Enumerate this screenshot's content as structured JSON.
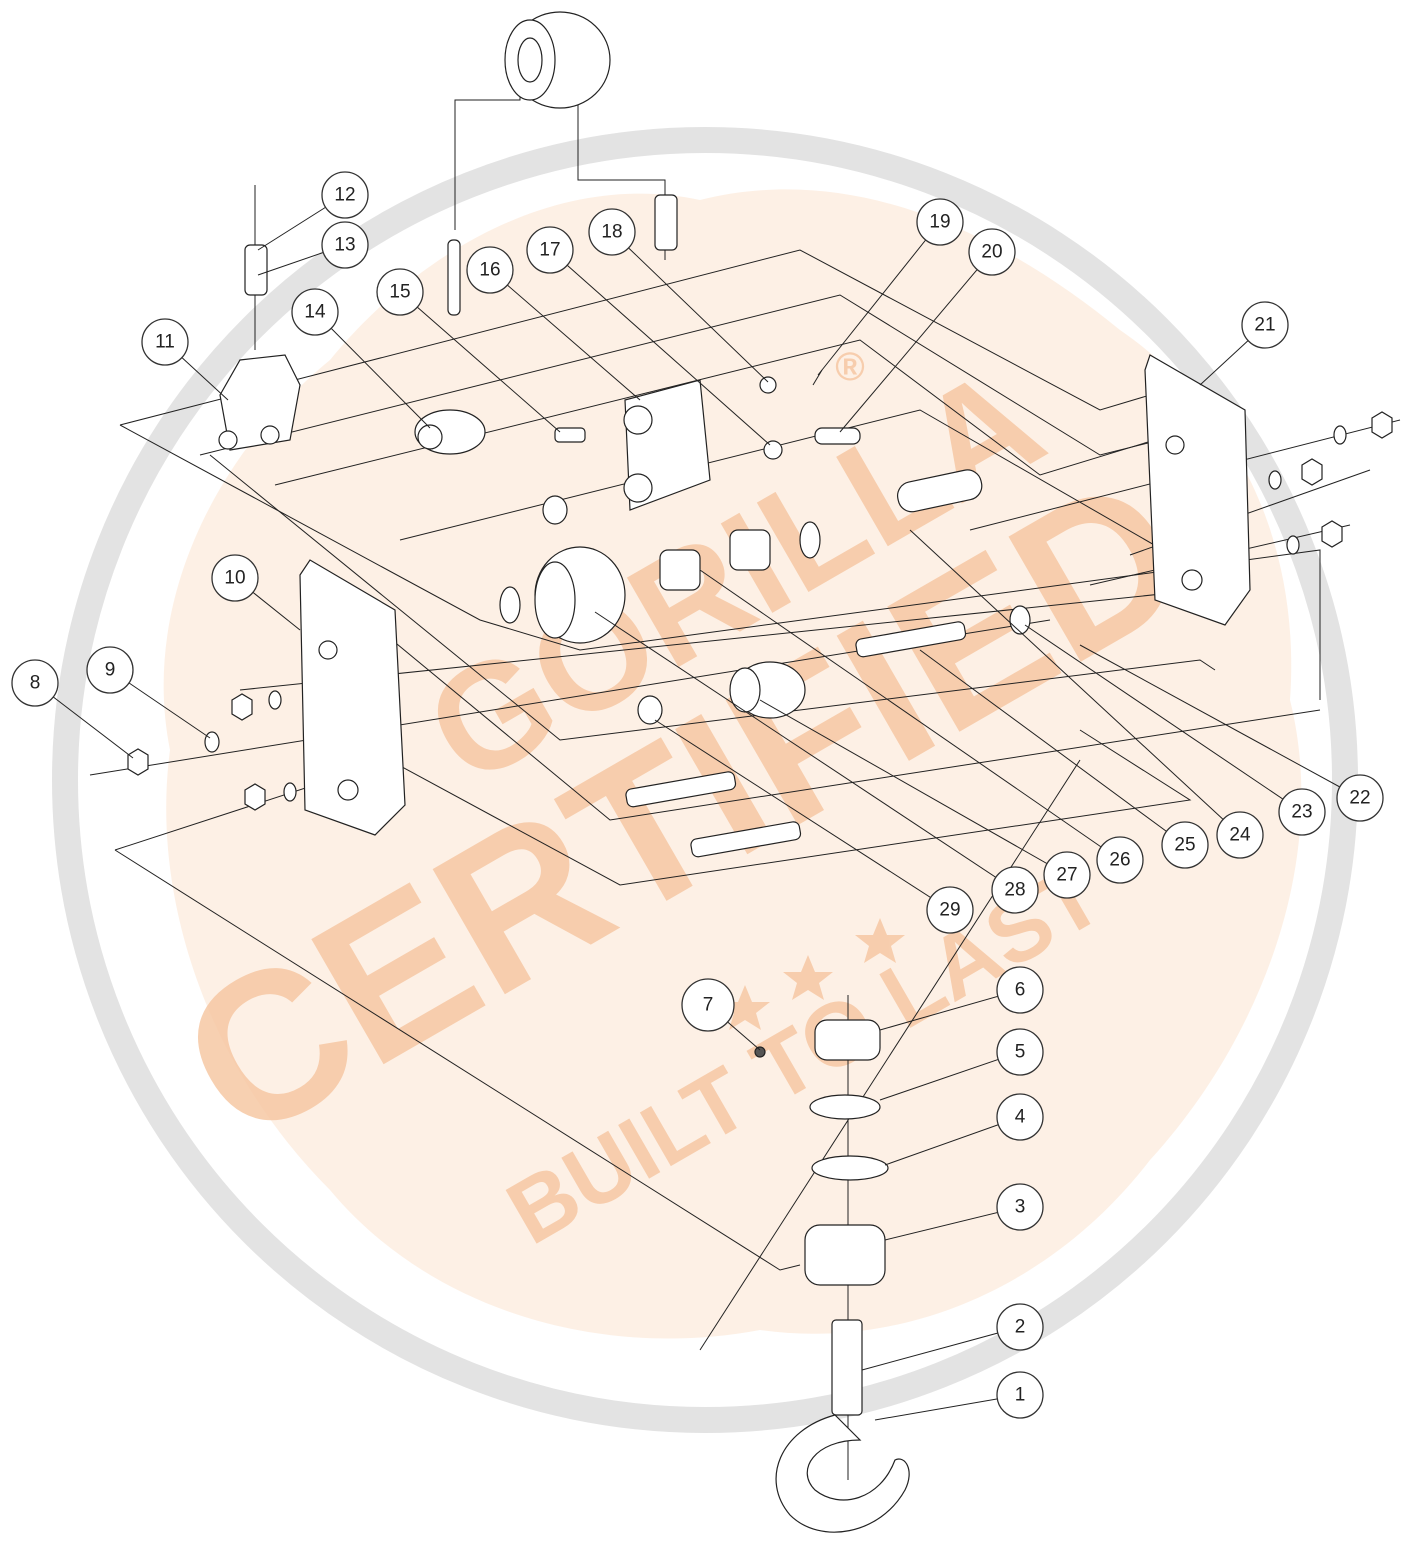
{
  "watermark": {
    "line1": "GORILLA",
    "line2": "CERTIFIED",
    "line3": "BUILT TO LAST",
    "registered": "®",
    "color": "#f6c8a4",
    "ring_color": "#e3e3e3"
  },
  "callouts": [
    {
      "id": "1",
      "label": "1"
    },
    {
      "id": "2",
      "label": "2"
    },
    {
      "id": "3",
      "label": "3"
    },
    {
      "id": "4",
      "label": "4"
    },
    {
      "id": "5",
      "label": "5"
    },
    {
      "id": "6",
      "label": "6"
    },
    {
      "id": "7",
      "label": "7"
    },
    {
      "id": "8",
      "label": "8"
    },
    {
      "id": "9",
      "label": "9"
    },
    {
      "id": "10",
      "label": "10"
    },
    {
      "id": "11",
      "label": "11"
    },
    {
      "id": "12",
      "label": "12"
    },
    {
      "id": "13",
      "label": "13"
    },
    {
      "id": "14",
      "label": "14"
    },
    {
      "id": "15",
      "label": "15"
    },
    {
      "id": "16",
      "label": "16"
    },
    {
      "id": "17",
      "label": "17"
    },
    {
      "id": "18",
      "label": "18"
    },
    {
      "id": "19",
      "label": "19"
    },
    {
      "id": "20",
      "label": "20"
    },
    {
      "id": "21",
      "label": "21"
    },
    {
      "id": "22",
      "label": "22"
    },
    {
      "id": "23",
      "label": "23"
    },
    {
      "id": "24",
      "label": "24"
    },
    {
      "id": "25",
      "label": "25"
    },
    {
      "id": "26",
      "label": "26"
    },
    {
      "id": "27",
      "label": "27"
    },
    {
      "id": "28",
      "label": "28"
    },
    {
      "id": "29",
      "label": "29"
    }
  ]
}
